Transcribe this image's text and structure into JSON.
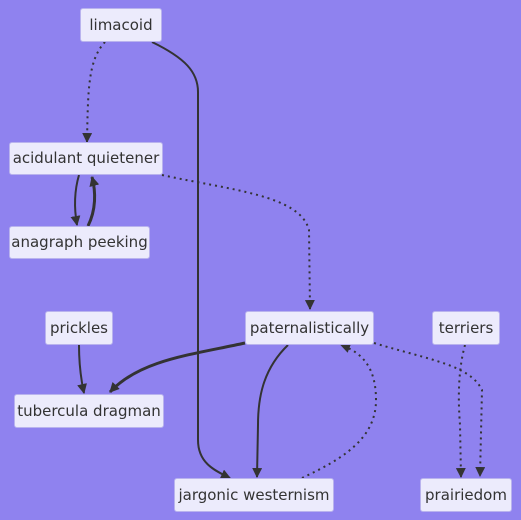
{
  "nodes": [
    {
      "id": "limacoid",
      "label": "limacoid"
    },
    {
      "id": "acidulant_quietener",
      "label": "acidulant quietener"
    },
    {
      "id": "anagraph_peeking",
      "label": "anagraph peeking"
    },
    {
      "id": "prickles",
      "label": "prickles"
    },
    {
      "id": "paternalistically",
      "label": "paternalistically"
    },
    {
      "id": "terriers",
      "label": "terriers"
    },
    {
      "id": "tubercula_dragman",
      "label": "tubercula dragman"
    },
    {
      "id": "jargonic_westernism",
      "label": "jargonic westernism"
    },
    {
      "id": "prairiedom",
      "label": "prairiedom"
    }
  ],
  "edges": [
    {
      "from": "limacoid",
      "to": "acidulant_quietener",
      "style": "dotted"
    },
    {
      "from": "limacoid",
      "to": "jargonic_westernism",
      "style": "solid"
    },
    {
      "from": "acidulant_quietener",
      "to": "anagraph_peeking",
      "style": "solid"
    },
    {
      "from": "anagraph_peeking",
      "to": "acidulant_quietener",
      "style": "thick"
    },
    {
      "from": "acidulant_quietener",
      "to": "paternalistically",
      "style": "dotted"
    },
    {
      "from": "prickles",
      "to": "tubercula_dragman",
      "style": "solid"
    },
    {
      "from": "paternalistically",
      "to": "tubercula_dragman",
      "style": "thick"
    },
    {
      "from": "paternalistically",
      "to": "jargonic_westernism",
      "style": "solid"
    },
    {
      "from": "jargonic_westernism",
      "to": "paternalistically",
      "style": "dotted"
    },
    {
      "from": "paternalistically",
      "to": "prairiedom",
      "style": "dotted"
    },
    {
      "from": "terriers",
      "to": "prairiedom",
      "style": "dotted"
    }
  ],
  "colors": {
    "background": "#8f82ef",
    "node_fill": "#ecebfc",
    "node_border": "#b9b3ee",
    "edge": "#333333",
    "text": "#333333"
  }
}
